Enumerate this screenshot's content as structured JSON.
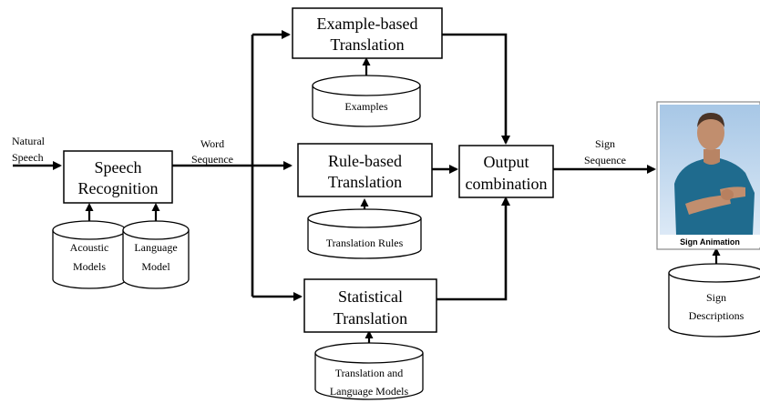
{
  "diagram": {
    "input": {
      "line1": "Natural",
      "line2": "Speech"
    },
    "speech_recognition": {
      "line1": "Speech",
      "line2": "Recognition"
    },
    "acoustic_models": {
      "line1": "Acoustic",
      "line2": "Models"
    },
    "language_model": {
      "line1": "Language",
      "line2": "Model"
    },
    "word_sequence": {
      "line1": "Word",
      "line2": "Sequence"
    },
    "example_based": {
      "line1": "Example-based",
      "line2": "Translation"
    },
    "examples_db": {
      "label": "Examples"
    },
    "rule_based": {
      "line1": "Rule-based",
      "line2": "Translation"
    },
    "rules_db": {
      "label": "Translation Rules"
    },
    "statistical": {
      "line1": "Statistical",
      "line2": "Translation"
    },
    "statistical_db": {
      "line1": "Translation and",
      "line2": "Language Models"
    },
    "output_combination": {
      "line1": "Output",
      "line2": "combination"
    },
    "sign_sequence": {
      "line1": "Sign",
      "line2": "Sequence"
    },
    "avatar": {
      "caption": "Sign Animation"
    },
    "sign_descriptions": {
      "line1": "Sign",
      "line2": "Descriptions"
    }
  }
}
